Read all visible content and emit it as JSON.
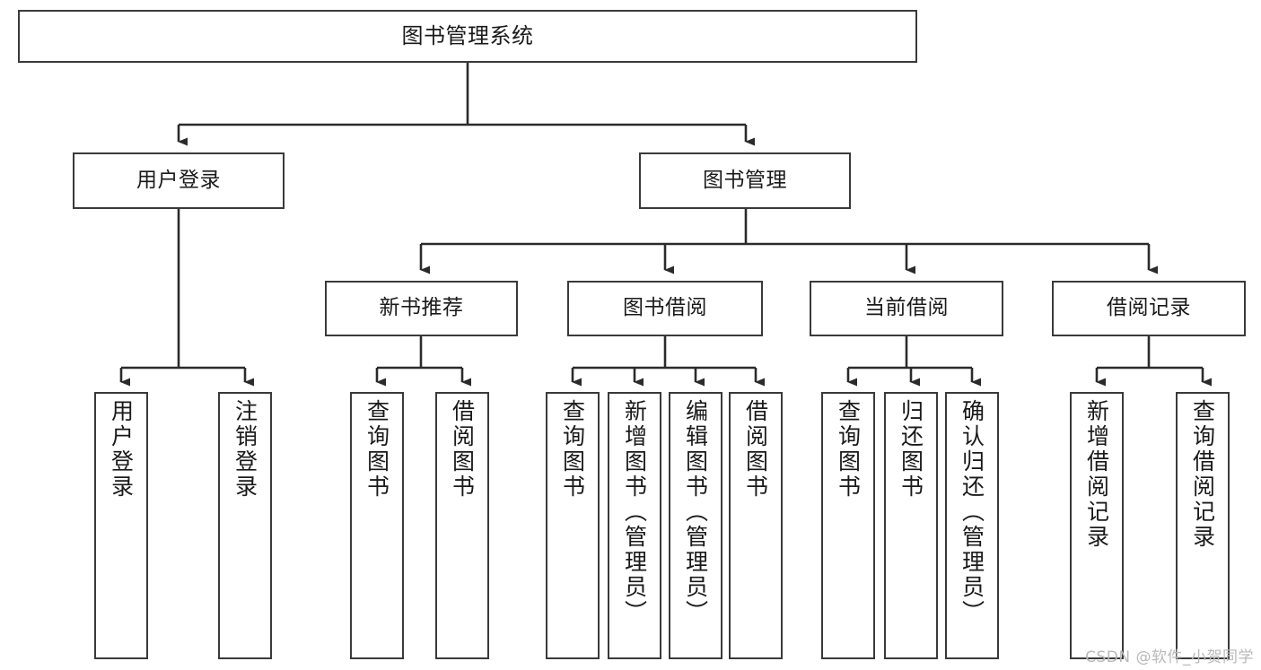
{
  "diagram": {
    "title": "图书管理系统",
    "type": "tree-hierarchy",
    "watermark": "CSDN @软件_小贺同学",
    "colors": {
      "box_border": "#3a3a3a",
      "box_fill": "#ffffff",
      "connector": "#2b2b2b",
      "text": "#1a1a1a",
      "watermark": "#b9b9b9",
      "background": "#ffffff"
    },
    "nodes": {
      "root": {
        "label": "图书管理系统"
      },
      "level2": [
        {
          "id": "user-login",
          "label": "用户登录"
        },
        {
          "id": "book-manage",
          "label": "图书管理"
        }
      ],
      "level3": [
        {
          "id": "new-book-recommend",
          "label": "新书推荐"
        },
        {
          "id": "book-borrow",
          "label": "图书借阅"
        },
        {
          "id": "current-borrow",
          "label": "当前借阅"
        },
        {
          "id": "borrow-record",
          "label": "借阅记录"
        }
      ],
      "leaves": [
        {
          "id": "leaf-user-login",
          "label": "用户登录",
          "parent": "user-login"
        },
        {
          "id": "leaf-logout-login",
          "label": "注销登录",
          "parent": "user-login"
        },
        {
          "id": "leaf-query-book-1",
          "label": "查询图书",
          "parent": "new-book-recommend"
        },
        {
          "id": "leaf-borrow-book-1",
          "label": "借阅图书",
          "parent": "new-book-recommend"
        },
        {
          "id": "leaf-query-book-2",
          "label": "查询图书",
          "parent": "book-borrow"
        },
        {
          "id": "leaf-add-book",
          "label": "新增图书（管理员）",
          "parent": "book-borrow"
        },
        {
          "id": "leaf-edit-book",
          "label": "编辑图书（管理员）",
          "parent": "book-borrow"
        },
        {
          "id": "leaf-borrow-book-2",
          "label": "借阅图书",
          "parent": "book-borrow"
        },
        {
          "id": "leaf-query-book-3",
          "label": "查询图书",
          "parent": "current-borrow"
        },
        {
          "id": "leaf-return-book",
          "label": "归还图书",
          "parent": "current-borrow"
        },
        {
          "id": "leaf-confirm-return",
          "label": "确认归还（管理员）",
          "parent": "current-borrow"
        },
        {
          "id": "leaf-add-record",
          "label": "新增借阅记录",
          "parent": "borrow-record"
        },
        {
          "id": "leaf-query-record",
          "label": "查询借阅记录",
          "parent": "borrow-record"
        }
      ]
    }
  }
}
